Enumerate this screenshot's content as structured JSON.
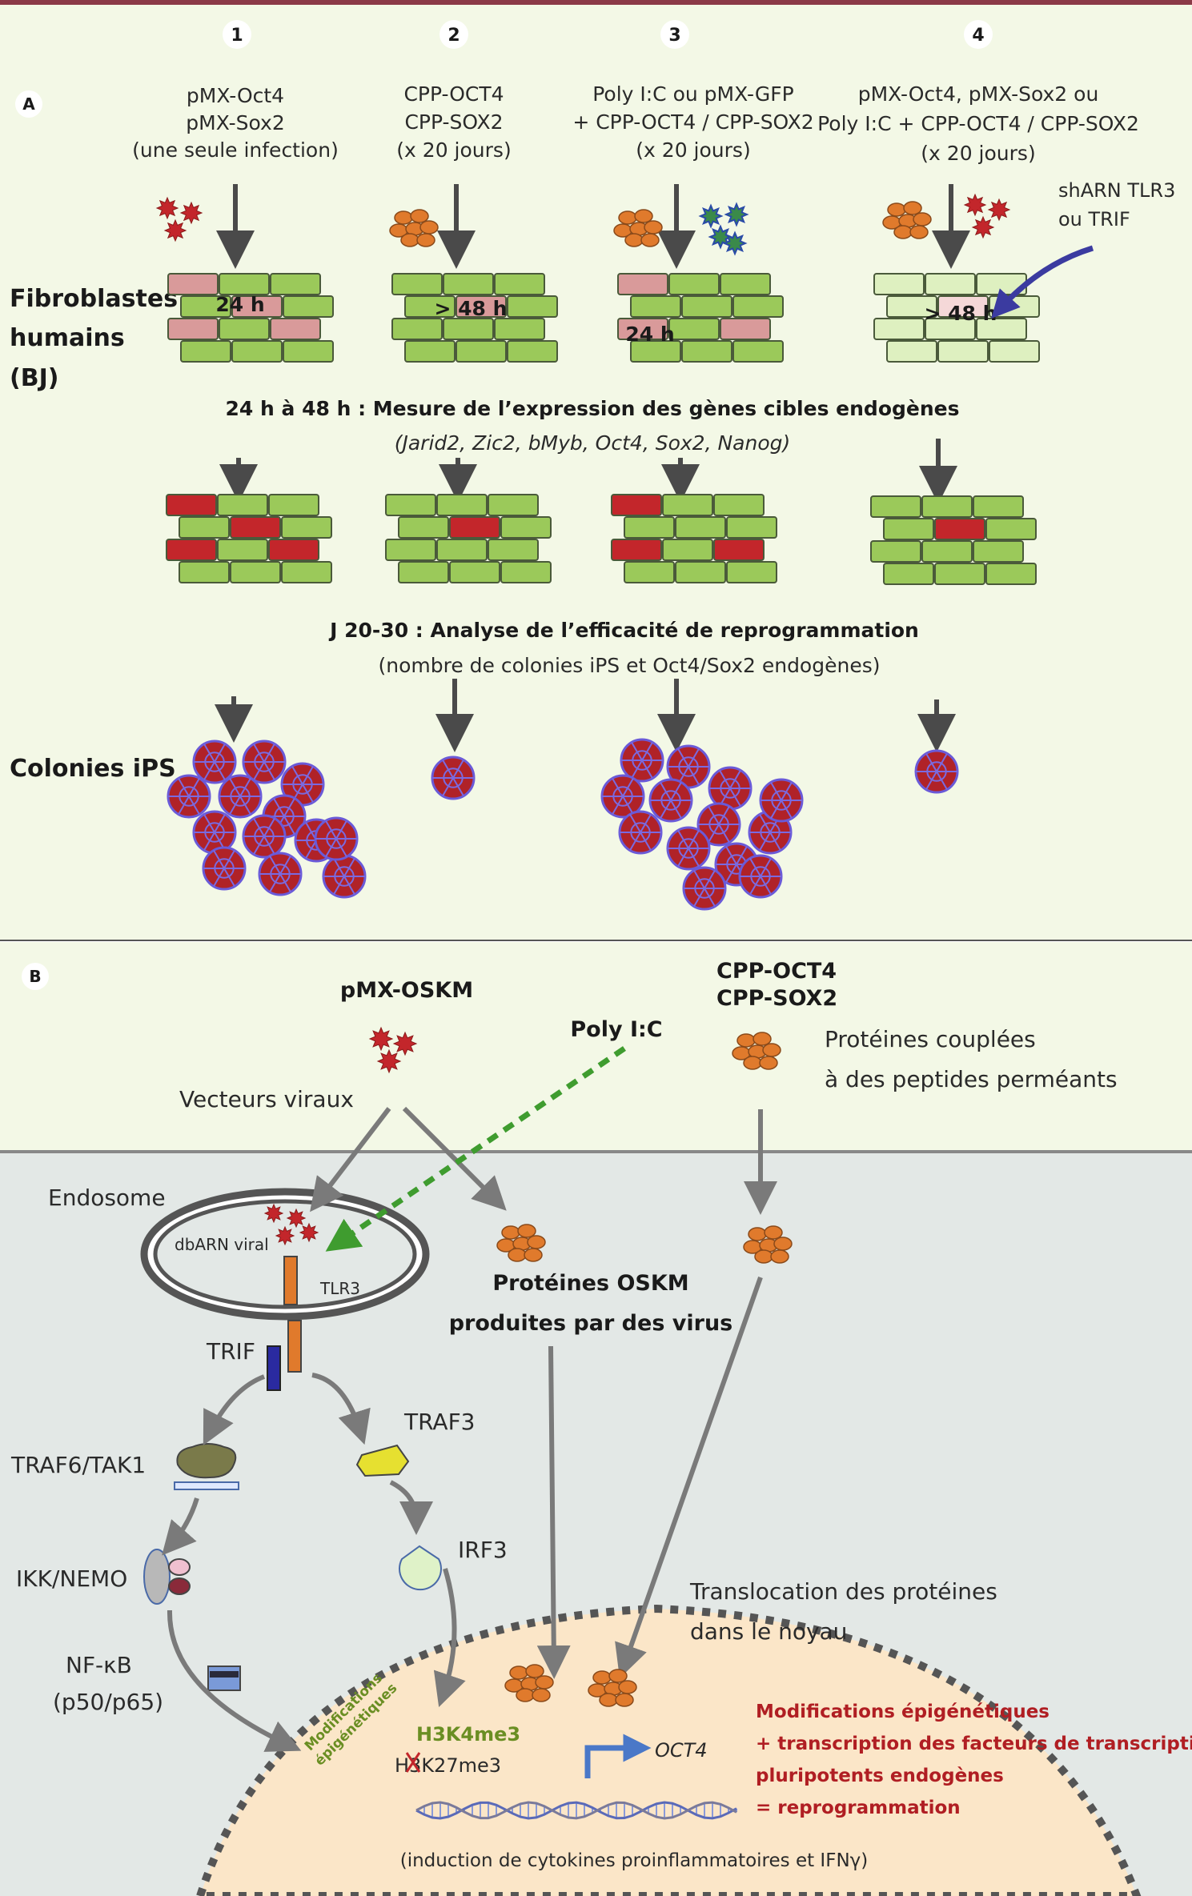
{
  "panelA": {
    "label": "A",
    "columns": [
      {
        "num": "1",
        "lines": [
          "pMX-Oct4",
          "pMX-Sox2",
          "(une seule infection)"
        ],
        "grid_label": "24 h"
      },
      {
        "num": "2",
        "lines": [
          "CPP-OCT4",
          "CPP-SOX2",
          "(x 20 jours)"
        ],
        "grid_label": "> 48 h"
      },
      {
        "num": "3",
        "lines": [
          "Poly I:C ou pMX-GFP",
          "+ CPP-OCT4 / CPP-SOX2",
          "(x 20 jours)"
        ],
        "grid_label": "24 h"
      },
      {
        "num": "4",
        "lines": [
          "pMX-Oct4, pMX-Sox2 ou",
          "Poly I:C + CPP-OCT4 / CPP-SOX2",
          "(x 20 jours)"
        ],
        "grid_label": "> 48 h"
      }
    ],
    "shrna": [
      "shARN TLR3",
      "ou TRIF"
    ],
    "row_fibro": [
      "Fibroblastes",
      "humains",
      "(BJ)"
    ],
    "measure_title": "24 h à 48 h : Mesure de l’expression des gènes cibles endogènes",
    "measure_genes": "(Jarid2, Zic2, bMyb, Oct4, Sox2, Nanog)",
    "analysis_title": "J 20-30 : Analyse de l’efficacité de reprogrammation",
    "analysis_detail": "(nombre de colonies iPS et Oct4/Sox2 endogènes)",
    "row_colonies": "Colonies iPS"
  },
  "panelB": {
    "label": "B",
    "pmx_oskm": "pMX-OSKM",
    "vecteurs": "Vecteurs viraux",
    "polyic": "Poly I:C",
    "cpp": [
      "CPP-OCT4",
      "CPP-SOX2"
    ],
    "cpp_desc": [
      "Protéines couplées",
      "à des peptides perméants"
    ],
    "endosome": "Endosome",
    "dbarn": "dbARN viral",
    "tlr3": "TLR3",
    "trif": "TRIF",
    "oskm_prot": [
      "Protéines OSKM",
      "produites par des virus"
    ],
    "traf3": "TRAF3",
    "traf6": "TRAF6/TAK1",
    "irf3": "IRF3",
    "ikk": "IKK/NEMO",
    "nfkb": [
      "NF-κB",
      "(p50/p65)"
    ],
    "translocation": [
      "Translocation des protéines",
      "dans le noyau"
    ],
    "modif_diag": [
      "Modifications",
      "épigénétiques"
    ],
    "h3k4": "H3K4me3",
    "h3k27": "H3K27me3",
    "oct4": "OCT4",
    "result": [
      "Modifications épigénétiques",
      "+ transcription des facteurs de transcription",
      "pluripotents endogènes",
      "= reprogrammation"
    ],
    "cytokines": "(induction de cytokines proinflammatoires et IFNγ)"
  },
  "colors": {
    "panel_bg": "#f3f8e6",
    "cell_bg": "#e3e8e6",
    "top_border": "#8b3a47",
    "green_cell": "#9bc95a",
    "pink_cell": "#d99a9a",
    "red_cell": "#c3262b",
    "virus_red": "#c3262b",
    "protein_orange": "#e07a2c",
    "arrow_grey": "#555555",
    "nucleus": "#fbe6c8"
  }
}
